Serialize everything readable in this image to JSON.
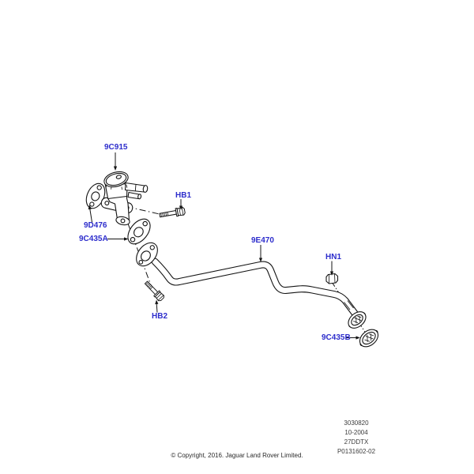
{
  "labels": {
    "valve": "9C915",
    "bolt1": "HB1",
    "gasket_valve": "9D476",
    "gasket_a": "9C435A",
    "tube": "9E470",
    "nut": "HN1",
    "bolt2": "HB2",
    "gasket_b": "9C435B"
  },
  "plate": {
    "line1": "3030820",
    "line2": "10-2004",
    "line3": "27DDTX",
    "line4": "P0131602-02"
  },
  "footer": {
    "copyright": "© Copyright, 2016. Jaguar Land Rover Limited."
  },
  "colors": {
    "label_blue": "#2d2dcc",
    "line_black": "#141414"
  }
}
